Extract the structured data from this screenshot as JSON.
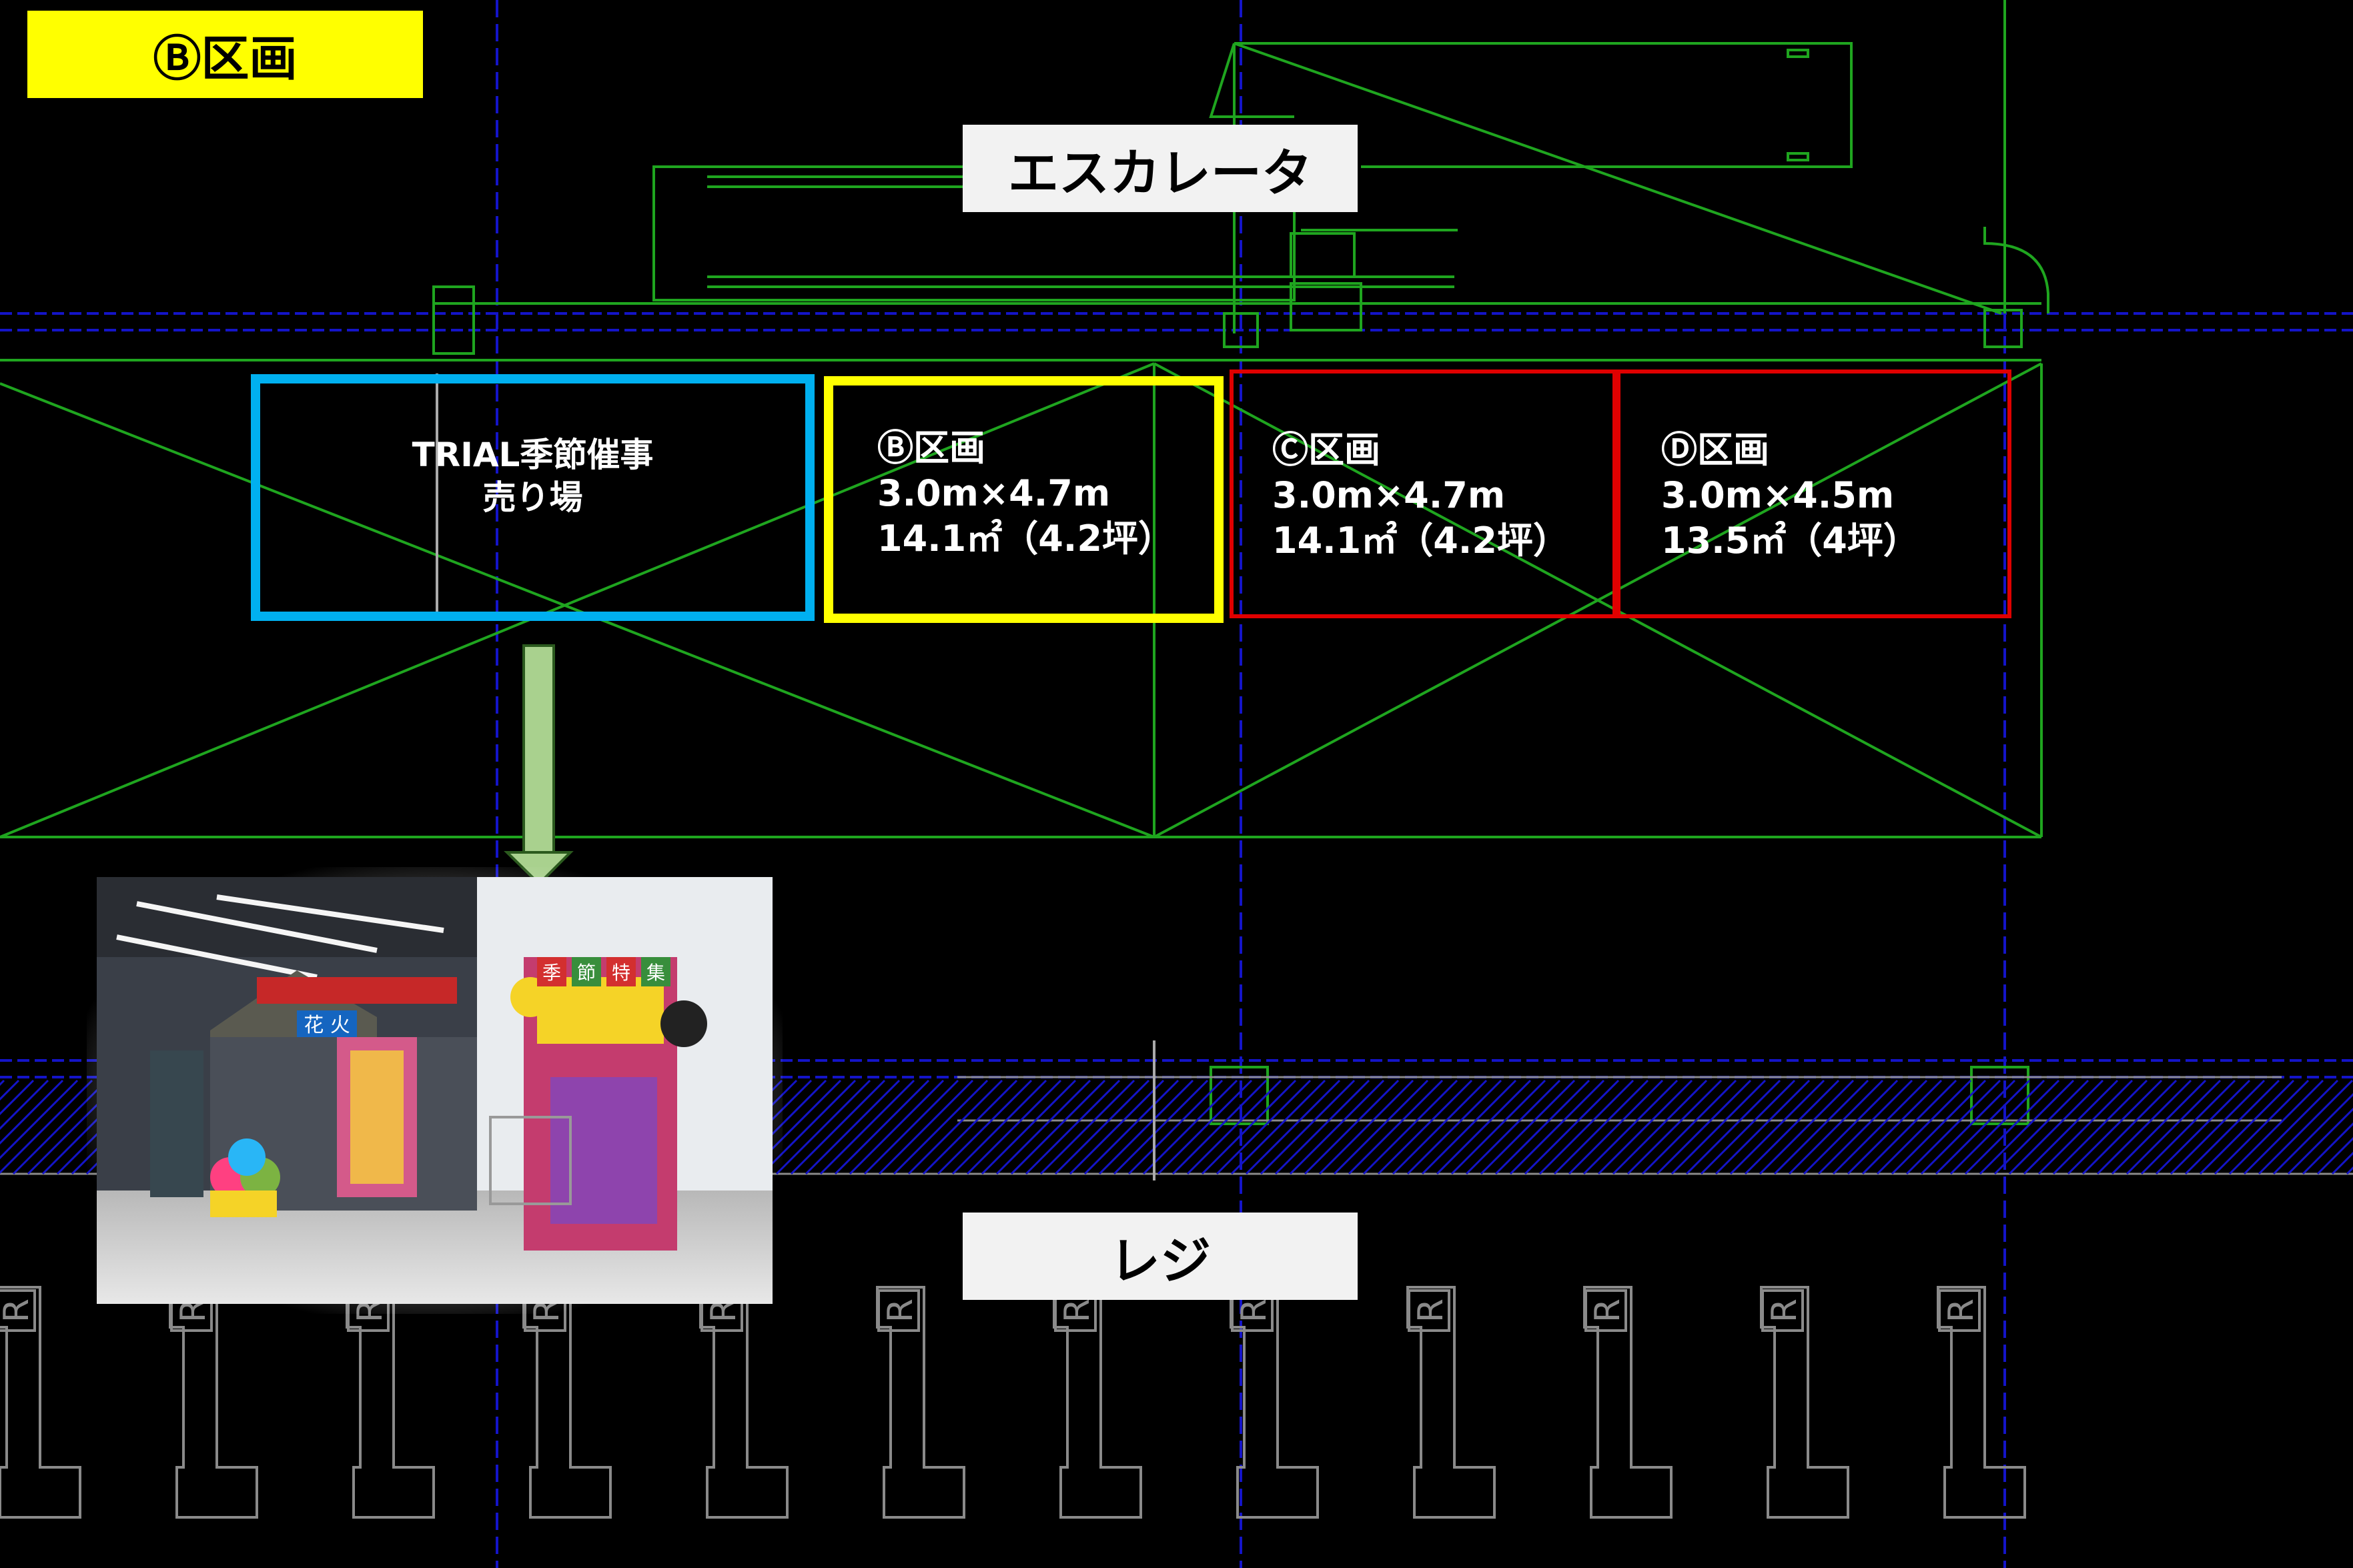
{
  "header": {
    "title": "Ⓑ区画"
  },
  "labels": {
    "escalator": "エスカレータ",
    "register": "レジ"
  },
  "zones": {
    "trial": {
      "text": "TRIAL季節催事\n売り場"
    },
    "b": {
      "text": "Ⓑ区画\n3.0m×4.7m\n14.1㎡（4.2坪）"
    },
    "c": {
      "text": "Ⓒ区画\n3.0m×4.7m\n14.1㎡（4.2坪）"
    },
    "d": {
      "text": "Ⓓ区画\n3.0m×4.5m\n13.5㎡（4坪）"
    }
  },
  "register_marks": [
    "R",
    "R",
    "R",
    "R",
    "R",
    "R",
    "R",
    "R",
    "R",
    "R",
    "R",
    "R"
  ],
  "colors": {
    "trial_zone": "#00b0f0",
    "b_zone": "#ffff00",
    "cd_zone": "#e00000",
    "cad_green": "#1fa51f",
    "cad_blue": "#1414c8",
    "cad_gray": "#8a8a8a",
    "arrow": "#a9d18e"
  },
  "photo": {
    "signs": [
      "花 火",
      "季",
      "節",
      "特",
      "集"
    ]
  }
}
